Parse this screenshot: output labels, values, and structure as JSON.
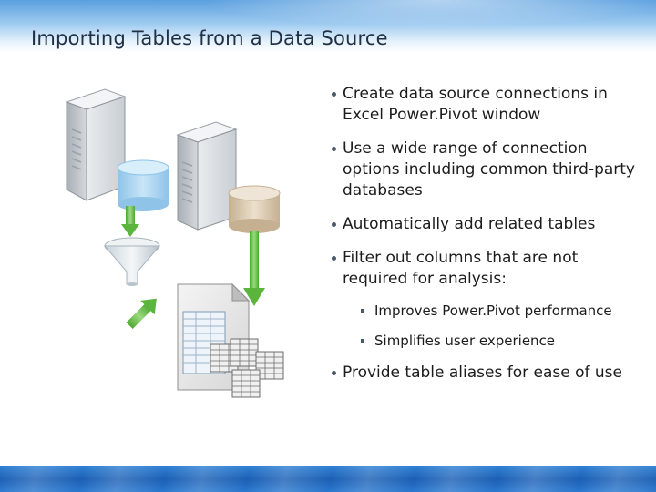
{
  "slide": {
    "title": "Importing Tables from a Data Source"
  },
  "bullets": [
    {
      "text": "Create data source connections in Excel Power.Pivot window"
    },
    {
      "text": "Use a wide range of connection options including common third-party databases"
    },
    {
      "text": "Automatically add related tables"
    },
    {
      "text": "Filter out columns that are not required for analysis:"
    },
    {
      "text": "Provide table aliases for ease of use"
    }
  ],
  "sub_bullets": [
    {
      "text": "Improves Power.Pivot performance"
    },
    {
      "text": "Simplifies user experience"
    }
  ],
  "colors": {
    "title_bar": "#5a9fde",
    "footer_bar": "#1b5fb4",
    "arrow_green": "#6cc04a",
    "database_blue": "#a9d3ef",
    "database_tan": "#d8c6ab"
  }
}
